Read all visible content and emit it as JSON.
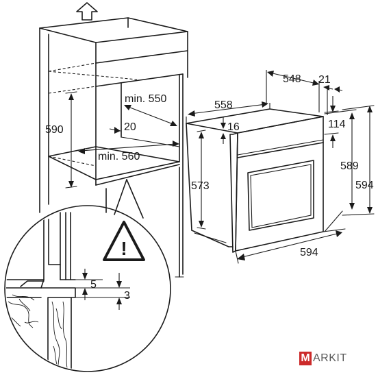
{
  "dimensions": {
    "min_550": "min. 550",
    "d590": "590",
    "d20": "20",
    "min_560": "min. 560",
    "d558": "558",
    "d548": "548",
    "d21": "21",
    "d16": "16",
    "d114": "114",
    "d573": "573",
    "d589": "589",
    "d594_height": "594",
    "d594_width": "594",
    "d5": "5",
    "d3": "3"
  },
  "symbols": {
    "top_arrow": "up-arrow-icon",
    "warning": "!"
  },
  "brand": {
    "initial": "M",
    "rest": "ARKIT",
    "accent": "#cc2a2a"
  }
}
